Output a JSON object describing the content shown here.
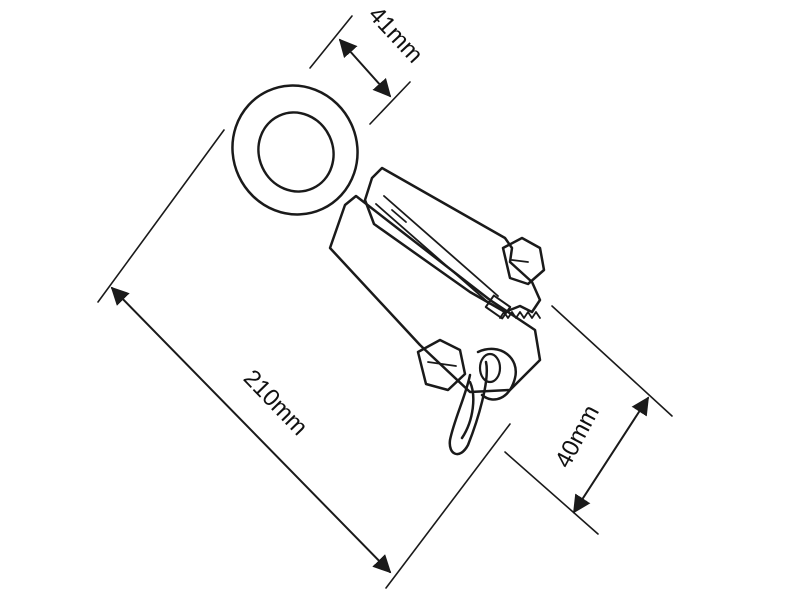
{
  "dimensions": {
    "ring_width": "41mm",
    "total_length": "210mm",
    "jaw_width": "40mm"
  },
  "colors": {
    "line": "#1a1a1a",
    "background": "#ffffff"
  }
}
